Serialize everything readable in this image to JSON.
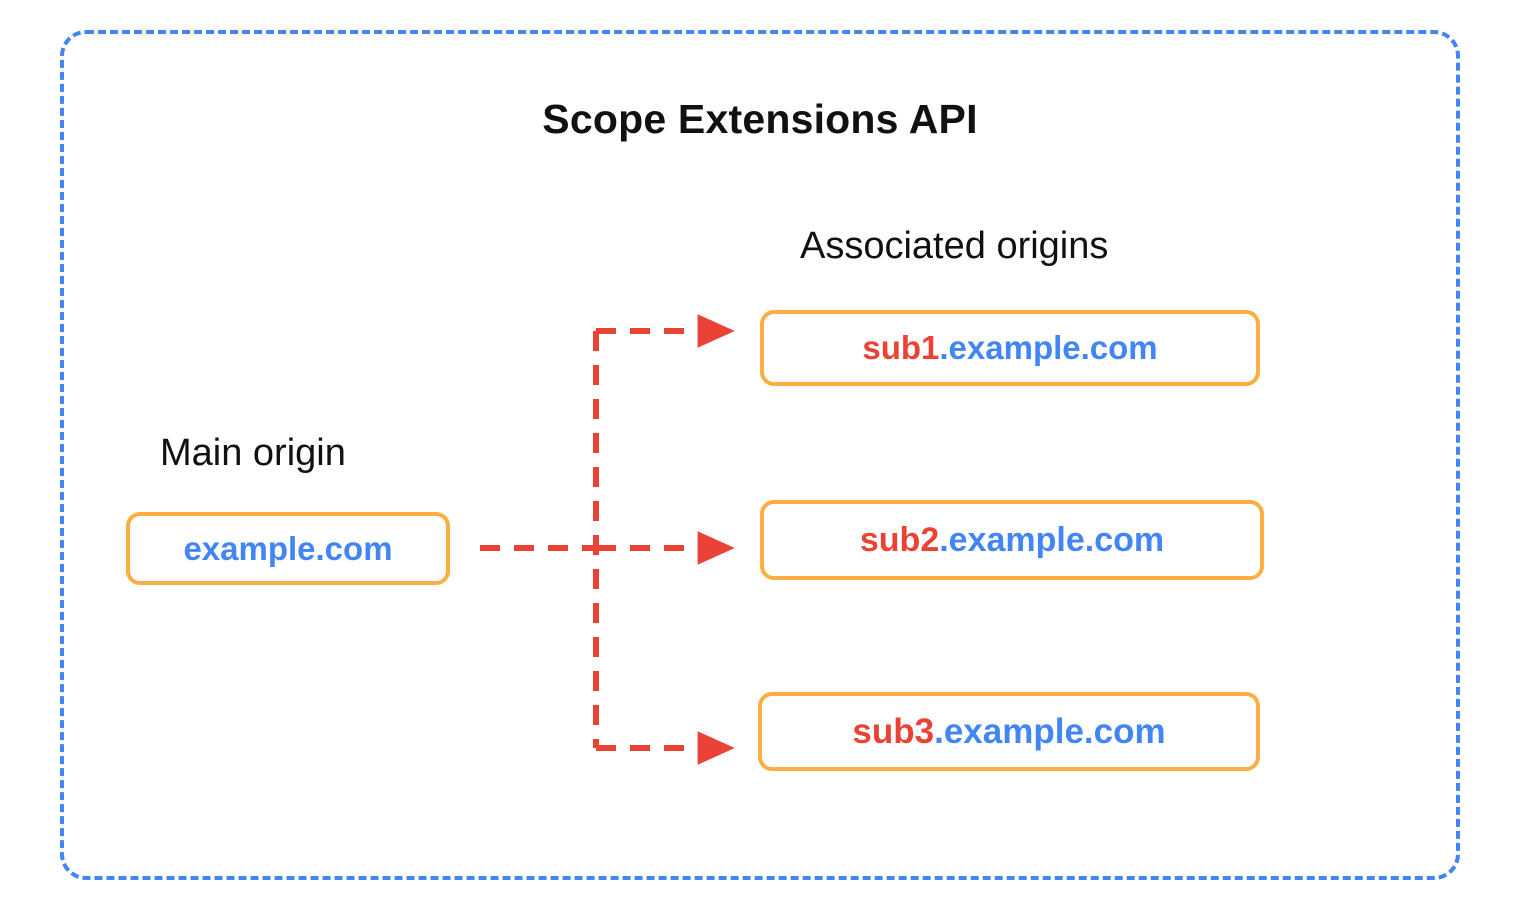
{
  "diagram": {
    "title": "Scope Extensions API",
    "frame_color": "#4285F4",
    "box_border_color": "#FBAE41",
    "arrow_color": "#EA4335",
    "sub_color": "#EA4335",
    "domain_color": "#4285F4"
  },
  "main_origin": {
    "label": "Main origin",
    "box": {
      "sub": "",
      "domain": "example.com",
      "full": "example.com"
    }
  },
  "associated_origins": {
    "label": "Associated origins",
    "boxes": [
      {
        "sub": "sub1",
        "domain": ".example.com",
        "full": "sub1.example.com"
      },
      {
        "sub": "sub2",
        "domain": ".example.com",
        "full": "sub2.example.com"
      },
      {
        "sub": "sub3",
        "domain": ".example.com",
        "full": "sub3.example.com"
      }
    ]
  }
}
